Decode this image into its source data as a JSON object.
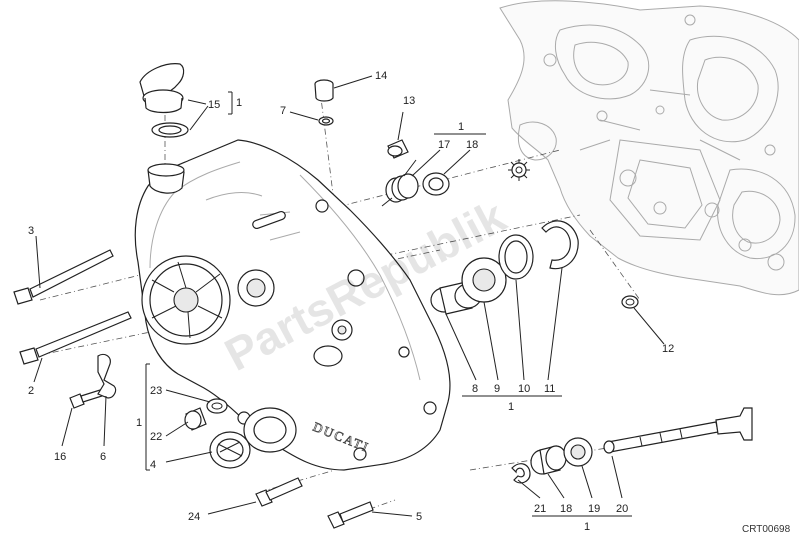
{
  "watermark": "PartsRepublik",
  "drawing_code": "CRT00698",
  "cover_brand": "DUCATI",
  "callouts": [
    {
      "id": "c-15",
      "text": "15"
    },
    {
      "id": "c-15-qty",
      "text": "1"
    },
    {
      "id": "c-14",
      "text": "14"
    },
    {
      "id": "c-7",
      "text": "7"
    },
    {
      "id": "c-13",
      "text": "13"
    },
    {
      "id": "c-1-top",
      "text": "1"
    },
    {
      "id": "c-17",
      "text": "17"
    },
    {
      "id": "c-18-top",
      "text": "18"
    },
    {
      "id": "c-3",
      "text": "3"
    },
    {
      "id": "c-12",
      "text": "12"
    },
    {
      "id": "c-2",
      "text": "2"
    },
    {
      "id": "c-23",
      "text": "23"
    },
    {
      "id": "c-1-left",
      "text": "1"
    },
    {
      "id": "c-22",
      "text": "22"
    },
    {
      "id": "c-4",
      "text": "4"
    },
    {
      "id": "c-16",
      "text": "16"
    },
    {
      "id": "c-6",
      "text": "6"
    },
    {
      "id": "c-8",
      "text": "8"
    },
    {
      "id": "c-9",
      "text": "9"
    },
    {
      "id": "c-10",
      "text": "10"
    },
    {
      "id": "c-11",
      "text": "11"
    },
    {
      "id": "c-1-mid",
      "text": "1"
    },
    {
      "id": "c-21",
      "text": "21"
    },
    {
      "id": "c-18-bot",
      "text": "18"
    },
    {
      "id": "c-19",
      "text": "19"
    },
    {
      "id": "c-20",
      "text": "20"
    },
    {
      "id": "c-1-bot",
      "text": "1"
    },
    {
      "id": "c-24",
      "text": "24"
    },
    {
      "id": "c-5",
      "text": "5"
    }
  ]
}
